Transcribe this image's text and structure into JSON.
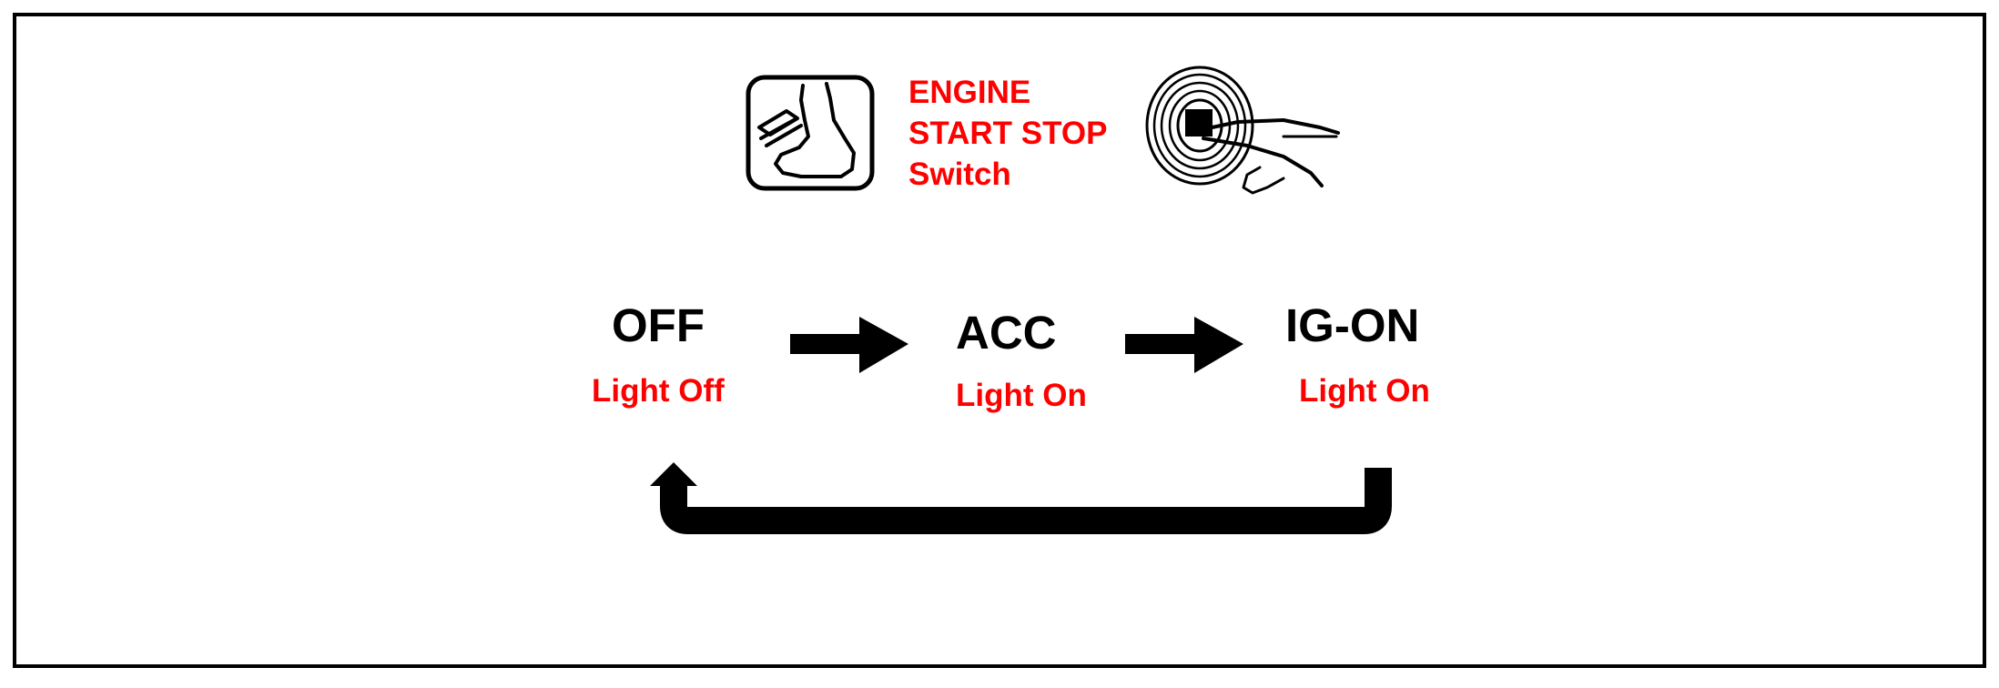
{
  "header": {
    "title_lines": [
      "ENGINE",
      "START STOP",
      "Switch"
    ]
  },
  "states": [
    {
      "name": "OFF",
      "light": "Light Off"
    },
    {
      "name": "ACC",
      "light": "Light On"
    },
    {
      "name": "IG-ON",
      "light": "Light On"
    }
  ],
  "colors": {
    "label_red": "#ff0000",
    "ink": "#000000"
  },
  "icons": [
    "foot-brake-pedal-icon",
    "push-button-finger-icon"
  ]
}
